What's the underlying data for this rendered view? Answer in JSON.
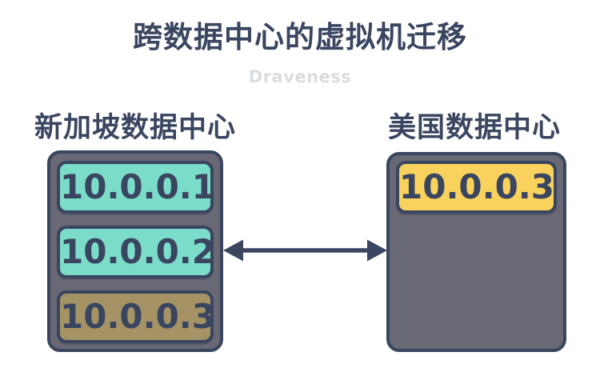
{
  "title": "跨数据中心的虚拟机迁移",
  "watermark": "Draveness",
  "colors": {
    "navy": "#3a4560",
    "teal": "#7bdcc9",
    "tan": "#a59365",
    "yellow": "#f9d25d",
    "gray": "#696875",
    "watermark": "#d9dce0",
    "bg": "#ffffff"
  },
  "datacenters": [
    {
      "name": "新加坡数据中心",
      "vms": [
        {
          "ip": "10.0.0.1",
          "color": "teal"
        },
        {
          "ip": "10.0.0.2",
          "color": "teal"
        },
        {
          "ip": "10.0.0.3",
          "color": "tan"
        }
      ]
    },
    {
      "name": "美国数据中心",
      "vms": [
        {
          "ip": "10.0.0.3",
          "color": "yellow"
        }
      ]
    }
  ]
}
